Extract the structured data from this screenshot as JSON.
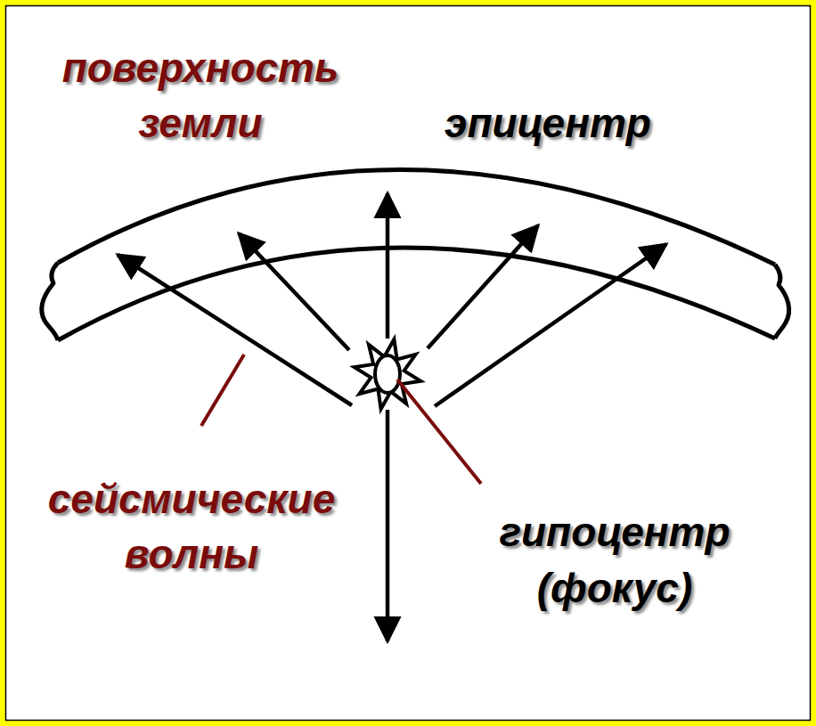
{
  "diagram": {
    "labels": [
      "поверхность земли",
      "эпицентр",
      "сейсмические волны",
      "гипоцентр (фокус)"
    ]
  }
}
